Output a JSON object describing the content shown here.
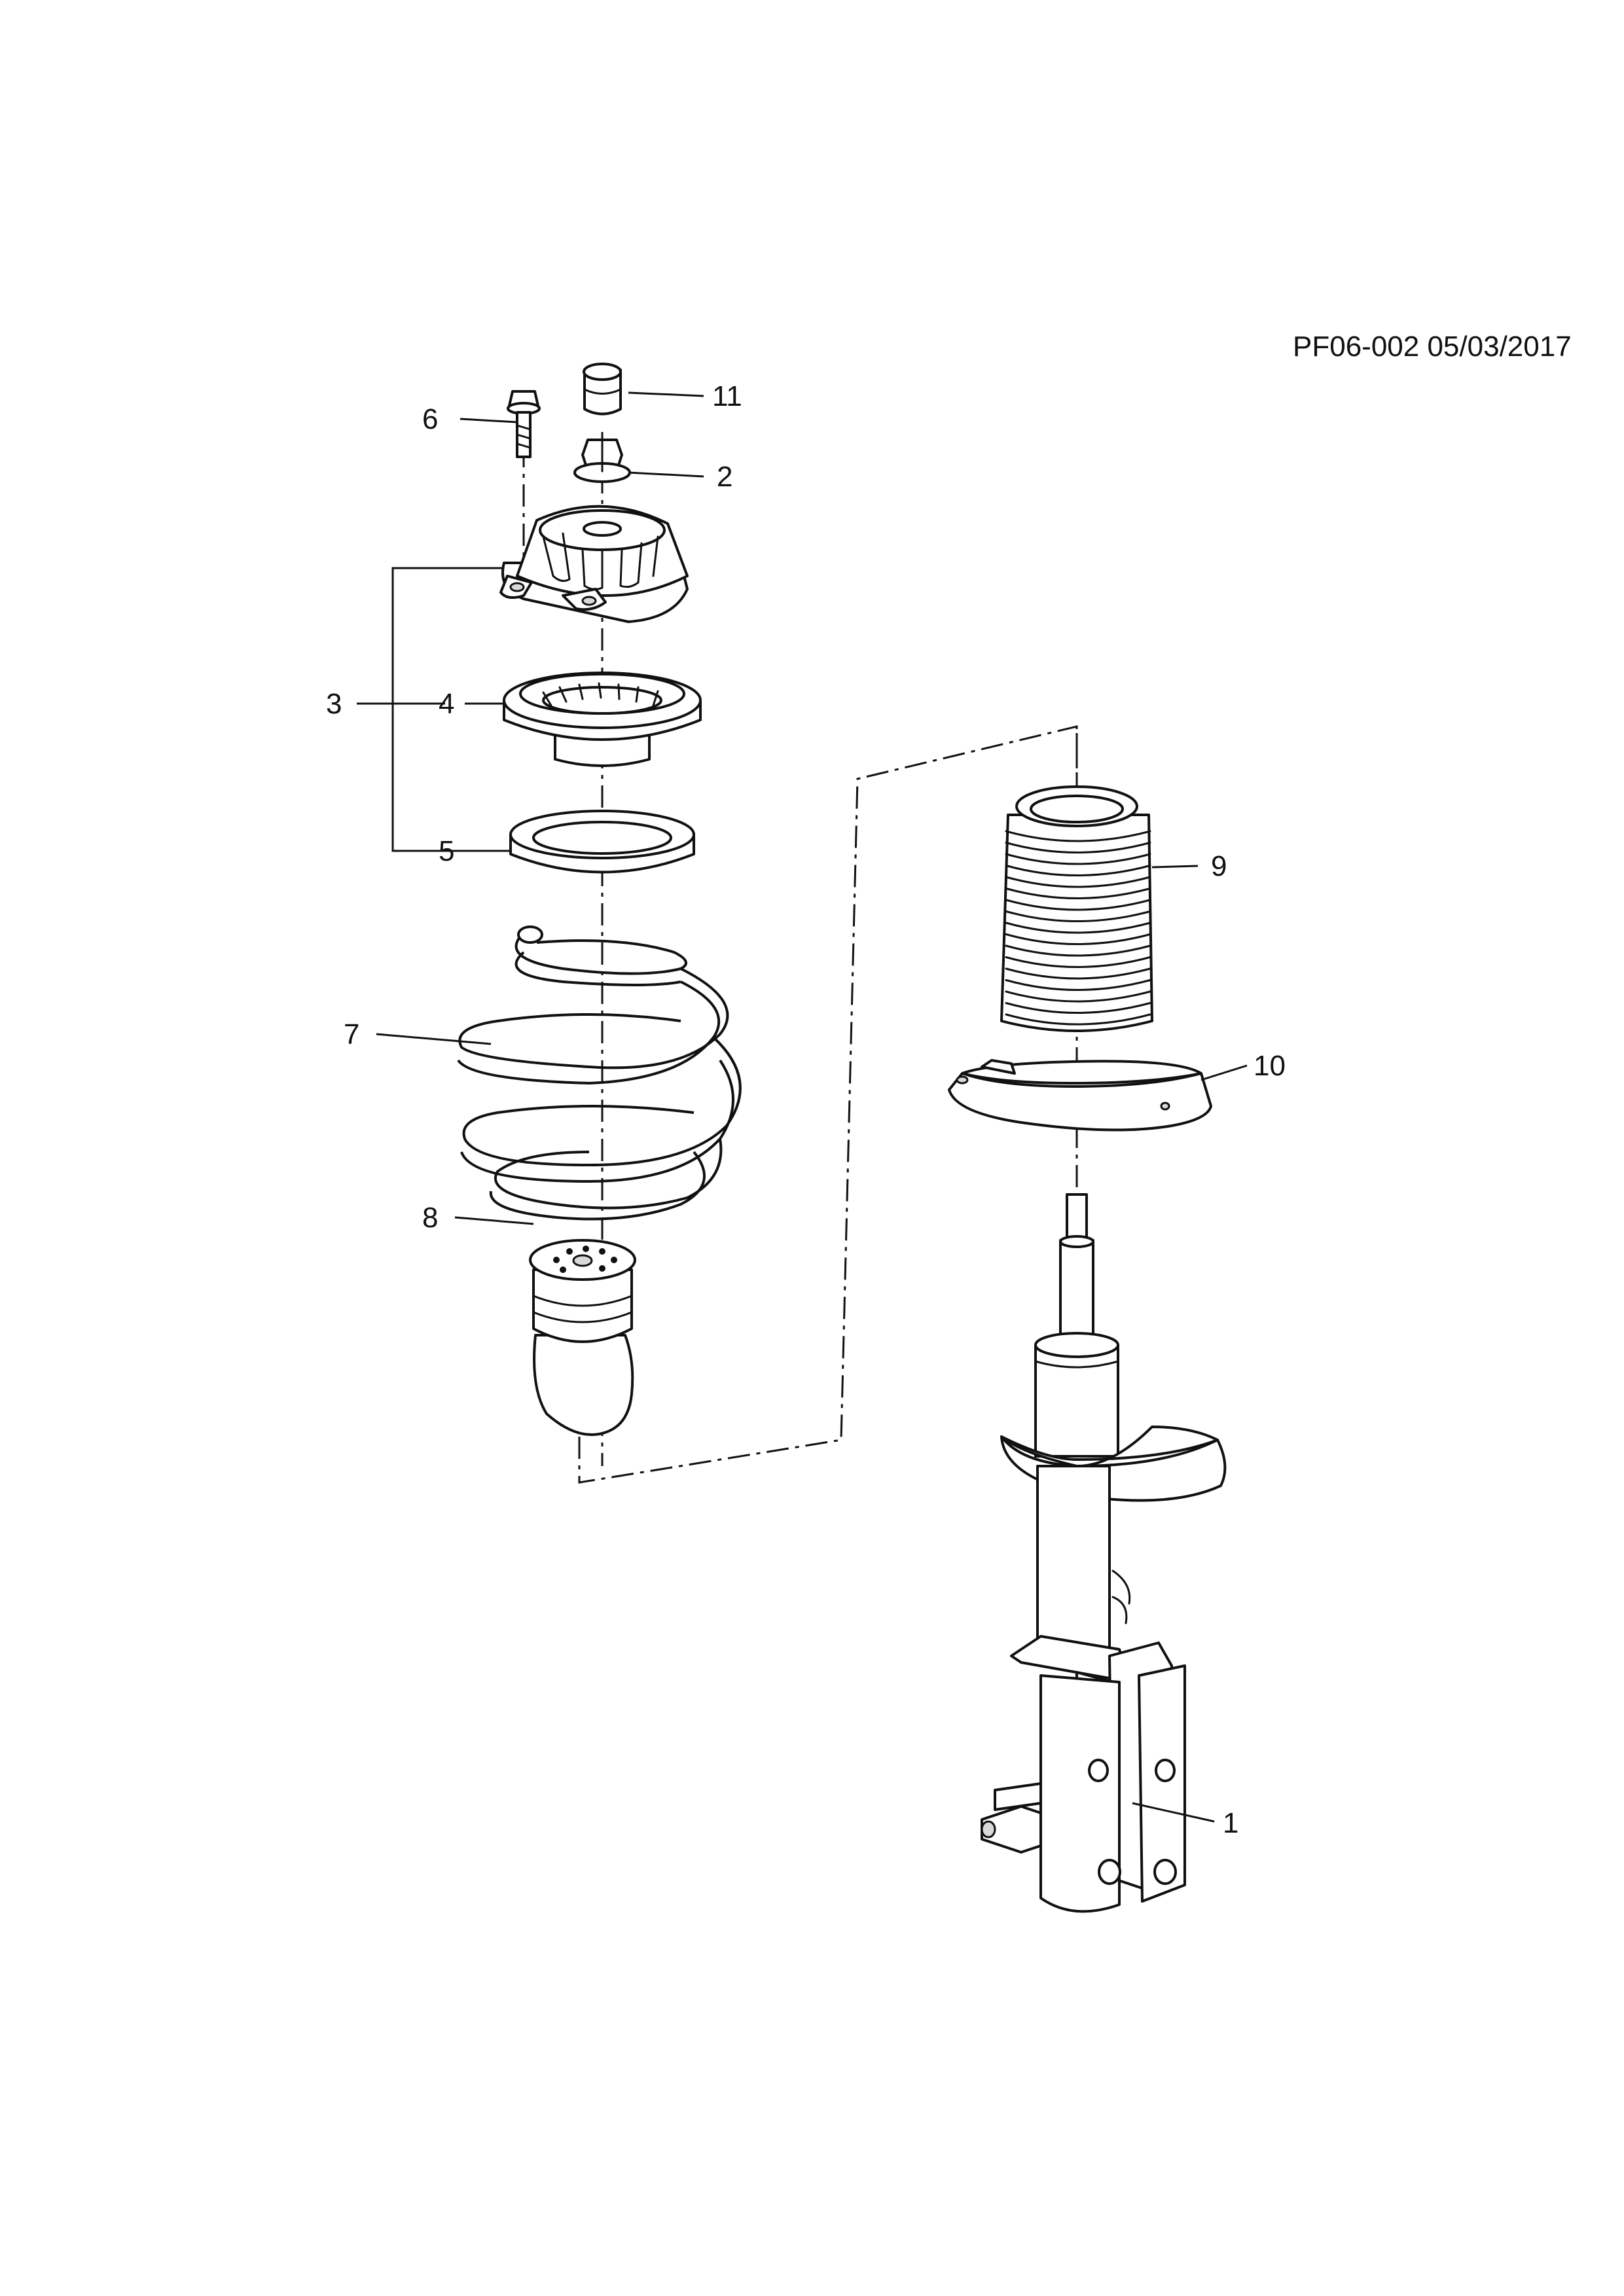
{
  "header": {
    "reference": "PF06-002 05/03/2017"
  },
  "callouts": [
    {
      "id": "callout-1",
      "label": "1"
    },
    {
      "id": "callout-2",
      "label": "2"
    },
    {
      "id": "callout-3",
      "label": "3"
    },
    {
      "id": "callout-4",
      "label": "4"
    },
    {
      "id": "callout-5",
      "label": "5"
    },
    {
      "id": "callout-6",
      "label": "6"
    },
    {
      "id": "callout-7",
      "label": "7"
    },
    {
      "id": "callout-8",
      "label": "8"
    },
    {
      "id": "callout-9",
      "label": "9"
    },
    {
      "id": "callout-10",
      "label": "10"
    },
    {
      "id": "callout-11",
      "label": "11"
    }
  ]
}
